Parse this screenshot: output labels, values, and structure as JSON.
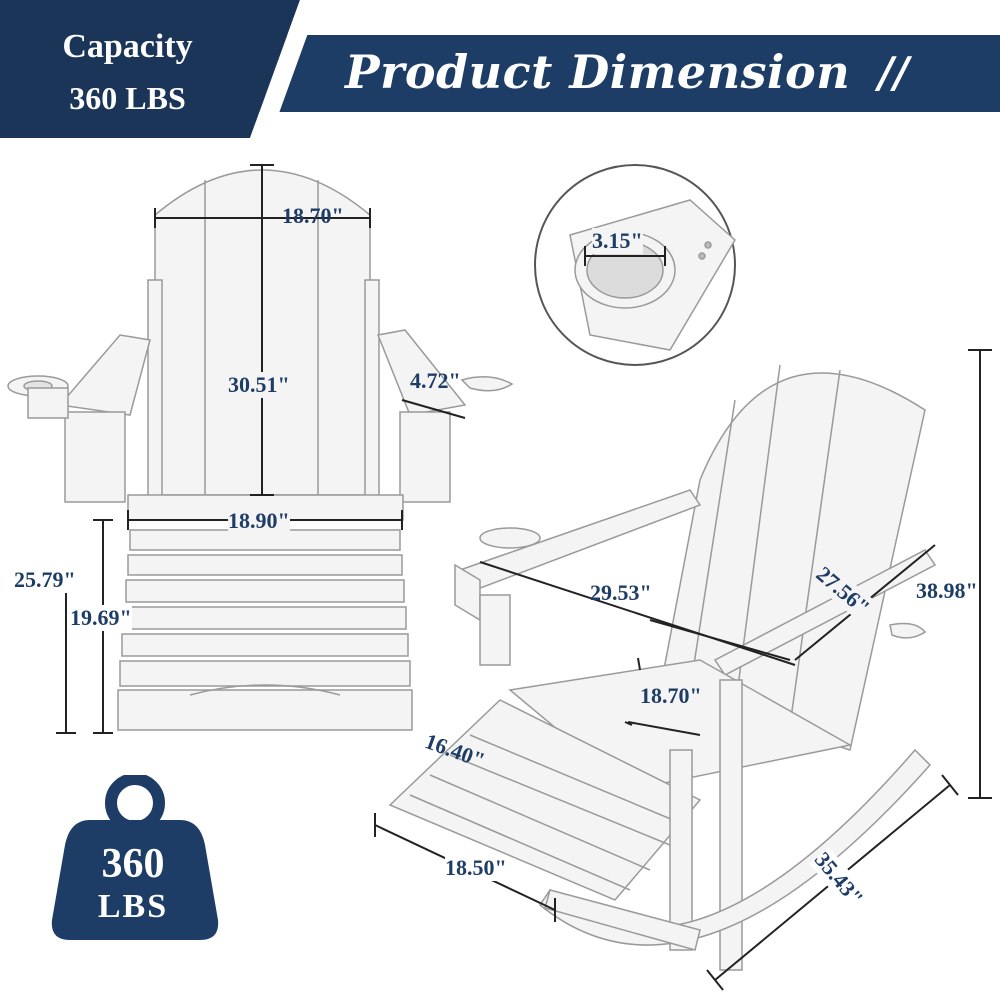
{
  "capacity_badge": {
    "label": "Capacity",
    "value": "360 LBS"
  },
  "banner": {
    "title": "Product Dimension",
    "mark": "//"
  },
  "front_view": {
    "back_width": "18.70\"",
    "back_height": "30.51\"",
    "armrest_width": "4.72\"",
    "seat_width": "18.90\"",
    "total_height_front": "25.79\"",
    "seat_height": "19.69\""
  },
  "cup_holder": {
    "diameter": "3.15\""
  },
  "side_view": {
    "depth": "29.53\"",
    "width": "27.56\"",
    "height": "38.98\"",
    "seat_depth": "18.70\"",
    "footrest_length": "16.40\"",
    "footrest_width": "18.50\"",
    "rocker_length": "35.43\""
  },
  "weight_icon": {
    "number": "360",
    "unit": "LBS"
  },
  "colors": {
    "navy": "#1e3d66",
    "navy_dark": "#1a3558",
    "chair": "#f4f4f4",
    "outline": "#9a9a9a"
  }
}
